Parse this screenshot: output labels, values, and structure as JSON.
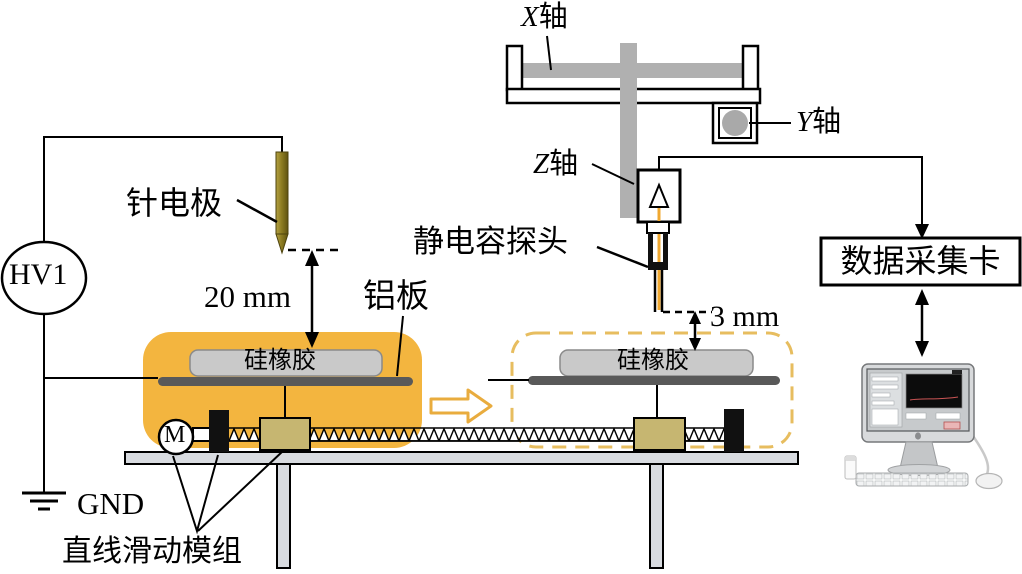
{
  "labels": {
    "x_axis_letter": "X",
    "x_axis_cn": "轴",
    "y_axis_letter": "Y",
    "y_axis_cn": "轴",
    "z_axis_letter": "Z",
    "z_axis_cn": "轴",
    "probe_label": "静电容探头",
    "needle_label": "针电极",
    "plate_label": "铝板",
    "silicone_left": "硅橡胶",
    "silicone_right": "硅橡胶",
    "needle_gap": "20 mm",
    "probe_gap": "3 mm",
    "hv_source": "HV1",
    "ground": "GND",
    "motor": "M",
    "daq_card": "数据采集卡",
    "slide_module": "直线滑动模组"
  },
  "colors": {
    "module_highlight_fill": "#F3B53F",
    "module_outline_dashed": "#E7BD5F",
    "hollow_arrow_outline": "#E9AC3E",
    "silicone_fill": "#C9C9C9",
    "plate_fill": "#595959",
    "slider_fill": "#C6B671",
    "needle_fill": "#8E7D22",
    "probe_core": "#F0A830",
    "table_fill": "#D8DBE0",
    "rail_fill": "#B0B0B0"
  }
}
